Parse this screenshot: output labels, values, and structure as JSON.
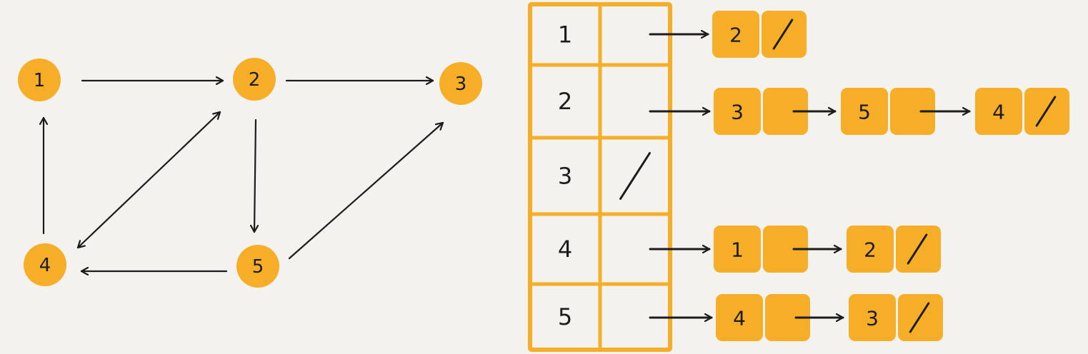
{
  "colors": {
    "background": "#f4f2ee",
    "node_fill": "#f6ae28",
    "table_border": "#f6ae28",
    "ink": "#1c1c1c"
  },
  "graph": {
    "nodes": [
      {
        "id": "1",
        "label": "1"
      },
      {
        "id": "2",
        "label": "2"
      },
      {
        "id": "3",
        "label": "3"
      },
      {
        "id": "4",
        "label": "4"
      },
      {
        "id": "5",
        "label": "5"
      }
    ],
    "edges": [
      {
        "from": "1",
        "to": "2"
      },
      {
        "from": "2",
        "to": "3"
      },
      {
        "from": "2",
        "to": "5"
      },
      {
        "from": "2",
        "to": "4"
      },
      {
        "from": "4",
        "to": "1"
      },
      {
        "from": "4",
        "to": "2"
      },
      {
        "from": "5",
        "to": "3"
      },
      {
        "from": "5",
        "to": "4"
      }
    ]
  },
  "adjacency_list": {
    "null_marker": "/",
    "rows": [
      {
        "vertex": "1",
        "neighbors": [
          "2"
        ]
      },
      {
        "vertex": "2",
        "neighbors": [
          "3",
          "5",
          "4"
        ]
      },
      {
        "vertex": "3",
        "neighbors": []
      },
      {
        "vertex": "4",
        "neighbors": [
          "1",
          "2"
        ]
      },
      {
        "vertex": "5",
        "neighbors": [
          "4",
          "3"
        ]
      }
    ]
  }
}
